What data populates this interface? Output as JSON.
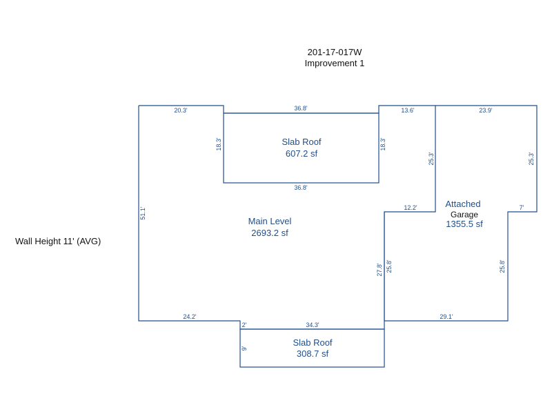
{
  "header": {
    "parcel_id": "201-17-017W",
    "improvement": "Improvement 1"
  },
  "wall_height": "Wall Height 11' (AVG)",
  "areas": {
    "slab_roof_top": {
      "name": "Slab Roof",
      "sf": "607.2 sf"
    },
    "main_level": {
      "name": "Main Level",
      "sf": "2693.2 sf"
    },
    "garage": {
      "name_line1": "Attached",
      "name_line2": "Garage",
      "sf": "1355.5 sf"
    },
    "slab_roof_bottom": {
      "name": "Slab Roof",
      "sf": "308.7 sf"
    }
  },
  "dimensions": {
    "main_top_left": "20.3'",
    "slab_top_top": "36.8'",
    "main_top_right": "13.6'",
    "garage_top": "23.9'",
    "slab_top_left": "18.3'",
    "slab_top_right": "18.3'",
    "main_right_upper": "25.3'",
    "garage_right_upper": "25.3'",
    "slab_top_bottom": "36.8'",
    "main_left": "51.1'",
    "main_step": "12.2'",
    "garage_step": "7'",
    "main_right_lower": "27.8'",
    "garage_left_lower": "25.8'",
    "garage_right_lower": "25.8'",
    "main_bottom_left": "24.2'",
    "step_small": "2'",
    "slab_bottom_top": "34.3'",
    "garage_bottom": "29.1'",
    "slab_bottom_left": "9'"
  }
}
